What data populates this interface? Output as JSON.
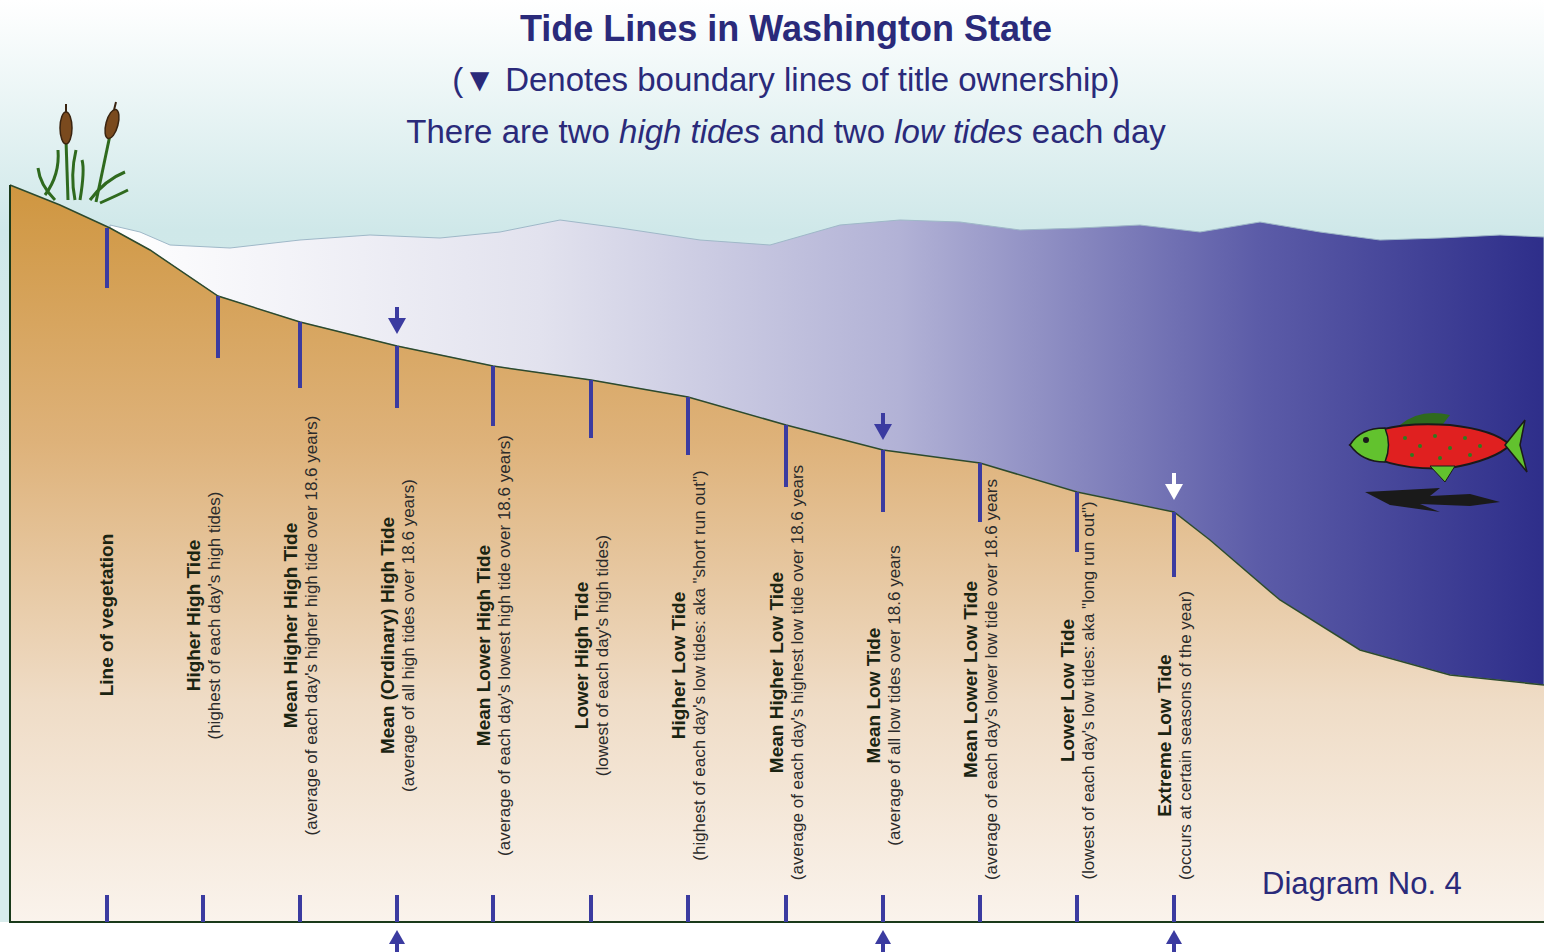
{
  "diagram": {
    "title": "Tide Lines in Washington State",
    "labels": [
      "(▼ Denotes boundary lines of title ownership)",
      "There are two",
      "high tides",
      "and two",
      "low tides",
      "each day",
      "Line of vegetation",
      "Higher High Tide",
      "(highest of each day's high tides)",
      "Mean Higher High Tide",
      "(average of each day's higher high tide over 18.6 years)",
      "Mean (Ordinary) High Tide",
      "(average of all high tides over 18.6 years)",
      "Mean Lower High Tide",
      "(average of each day's lowest high tide over 18.6 years)",
      "Lower High Tide",
      "(lowest of each day's high tides)",
      "Higher Low Tide",
      "(highest of each day's low tides: aka \"short run out\")",
      "Mean Higher Low Tide",
      "(average of each day's highest low tide over 18.6 years",
      "Mean Low Tide",
      "(average of all low tides over 18.6 years",
      "Mean Lower Low Tide",
      "(average of each day's lower low tide over 18.6 years",
      "Lower Low Tide",
      "(lowest of each day's low tides: aka \"long run out\")",
      "Extreme Low Tide",
      "(occurs at certain seasons of the year)",
      "Diagram No. 4"
    ]
  }
}
